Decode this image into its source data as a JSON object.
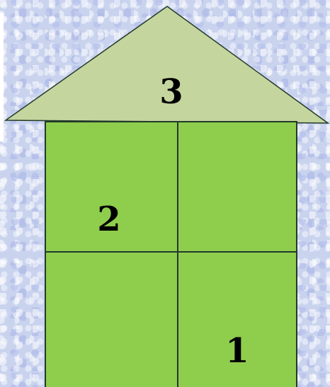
{
  "roof": {
    "label": "3",
    "color": "#c5d59e"
  },
  "walls": {
    "color": "#8fcd4d",
    "cells": [
      {
        "label": "2"
      },
      {
        "label": ""
      },
      {
        "label": ""
      },
      {
        "label": "1"
      }
    ]
  },
  "outline_color": "#223a2a"
}
